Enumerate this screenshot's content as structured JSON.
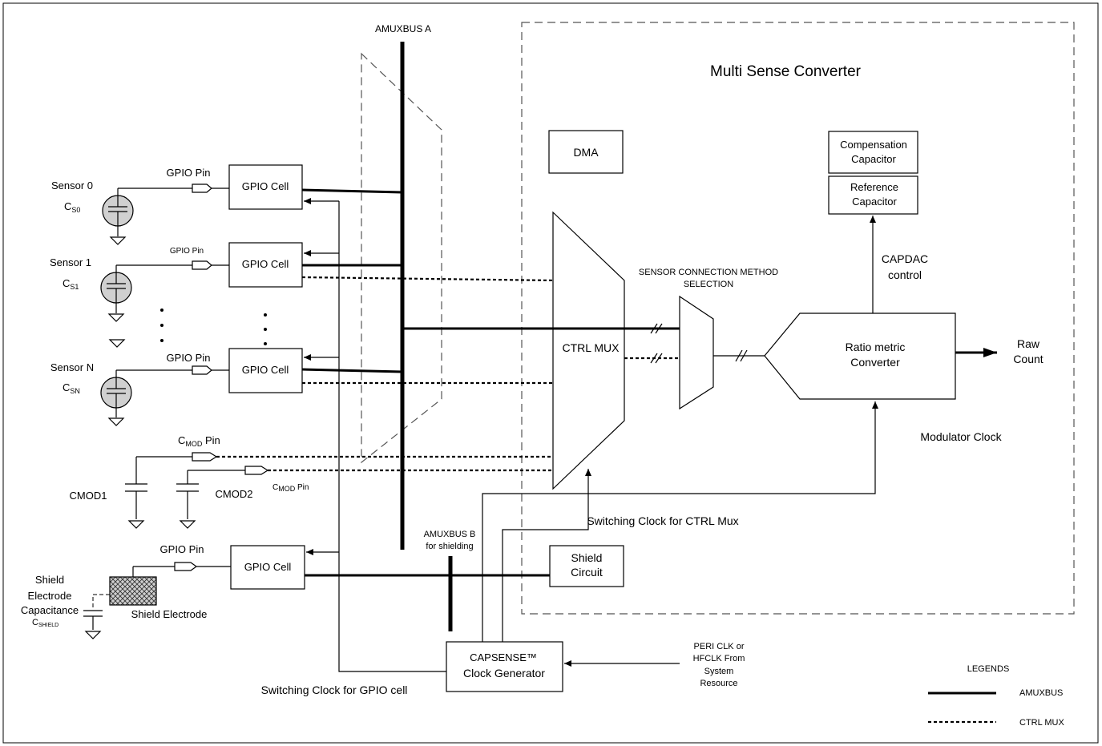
{
  "title": "Multi Sense Converter",
  "buses": {
    "amuxbus_a": "AMUXBUS A",
    "amuxbus_b_line1": "AMUXBUS B",
    "amuxbus_b_line2": "for shielding"
  },
  "sensors": [
    {
      "name": "Sensor 0",
      "cap_main": "C",
      "cap_sub": "S0",
      "pin_label": "GPIO Pin",
      "cell_label": "GPIO Cell"
    },
    {
      "name": "Sensor 1",
      "cap_main": "C",
      "cap_sub": "S1",
      "pin_label": "GPIO Pin",
      "cell_label": "GPIO Cell"
    },
    {
      "name": "Sensor N",
      "cap_main": "C",
      "cap_sub": "SN",
      "pin_label": "GPIO Pin",
      "cell_label": "GPIO Cell"
    }
  ],
  "cmod": {
    "pin1_main": "C",
    "pin1_sub": "MOD",
    "pin1_suffix": " Pin",
    "pin2_main": "C",
    "pin2_sub": "MOD",
    "pin2_suffix": " Pin",
    "cap1": "CMOD1",
    "cap2": "CMOD2"
  },
  "shield": {
    "pin_label": "GPIO Pin",
    "cell_label": "GPIO Cell",
    "electrode_label": "Shield Electrode",
    "cap_line1": "Shield",
    "cap_line2": "Electrode",
    "cap_line3": "Capacitance",
    "cap_symbol_main": "C",
    "cap_symbol_sub": "SHIELD",
    "circuit_line1": "Shield",
    "circuit_line2": "Circuit"
  },
  "blocks": {
    "dma": "DMA",
    "ctrl_mux": "CTRL MUX",
    "compensation_line1": "Compensation",
    "compensation_line2": "Capacitor",
    "reference_line1": "Reference",
    "reference_line2": "Capacitor",
    "capdac_line1": "CAPDAC",
    "capdac_line2": "control",
    "sensor_conn_line1": "SENSOR CONNECTION METHOD",
    "sensor_conn_line2": "SELECTION",
    "ratio_line1": "Ratio metric",
    "ratio_line2": "Converter",
    "raw_line1": "Raw",
    "raw_line2": "Count",
    "modulator_clock": "Modulator Clock",
    "switching_ctrl_mux": "Switching Clock for CTRL Mux",
    "switching_gpio": "Switching Clock for GPIO cell",
    "capsense_line1": "CAPSENSE™",
    "capsense_line2": "Clock Generator",
    "peri_line1": "PERI CLK or",
    "peri_line2": "HFCLK From",
    "peri_line3": "System",
    "peri_line4": "Resource"
  },
  "legend": {
    "title": "LEGENDS",
    "amuxbus": "AMUXBUS",
    "ctrl_mux": "CTRL MUX"
  }
}
